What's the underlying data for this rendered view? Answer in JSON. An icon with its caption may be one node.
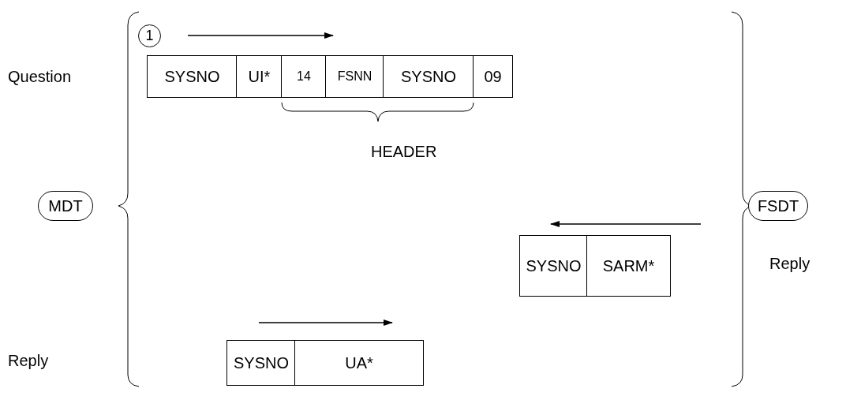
{
  "diagram": {
    "nodes": [
      {
        "text": [
          "1"
        ]
      },
      {
        "text": [
          "SYSNO"
        ]
      },
      {
        "text": [
          "UI*"
        ]
      },
      {
        "text": [
          "14"
        ]
      },
      {
        "text": [
          "FSNN"
        ]
      },
      {
        "text": [
          "SYSNO"
        ]
      },
      {
        "text": [
          "09"
        ]
      },
      {
        "text": [
          "MDT"
        ]
      },
      {
        "text": [
          "FSDT"
        ]
      },
      {
        "text": [
          "SYSNO"
        ]
      },
      {
        "text": [
          "SARM*"
        ]
      },
      {
        "text": [
          "SYSNO"
        ]
      },
      {
        "text": [
          "UA*"
        ]
      }
    ],
    "labels": [
      "Question",
      "HEADER",
      "Reply",
      "Reply"
    ]
  }
}
